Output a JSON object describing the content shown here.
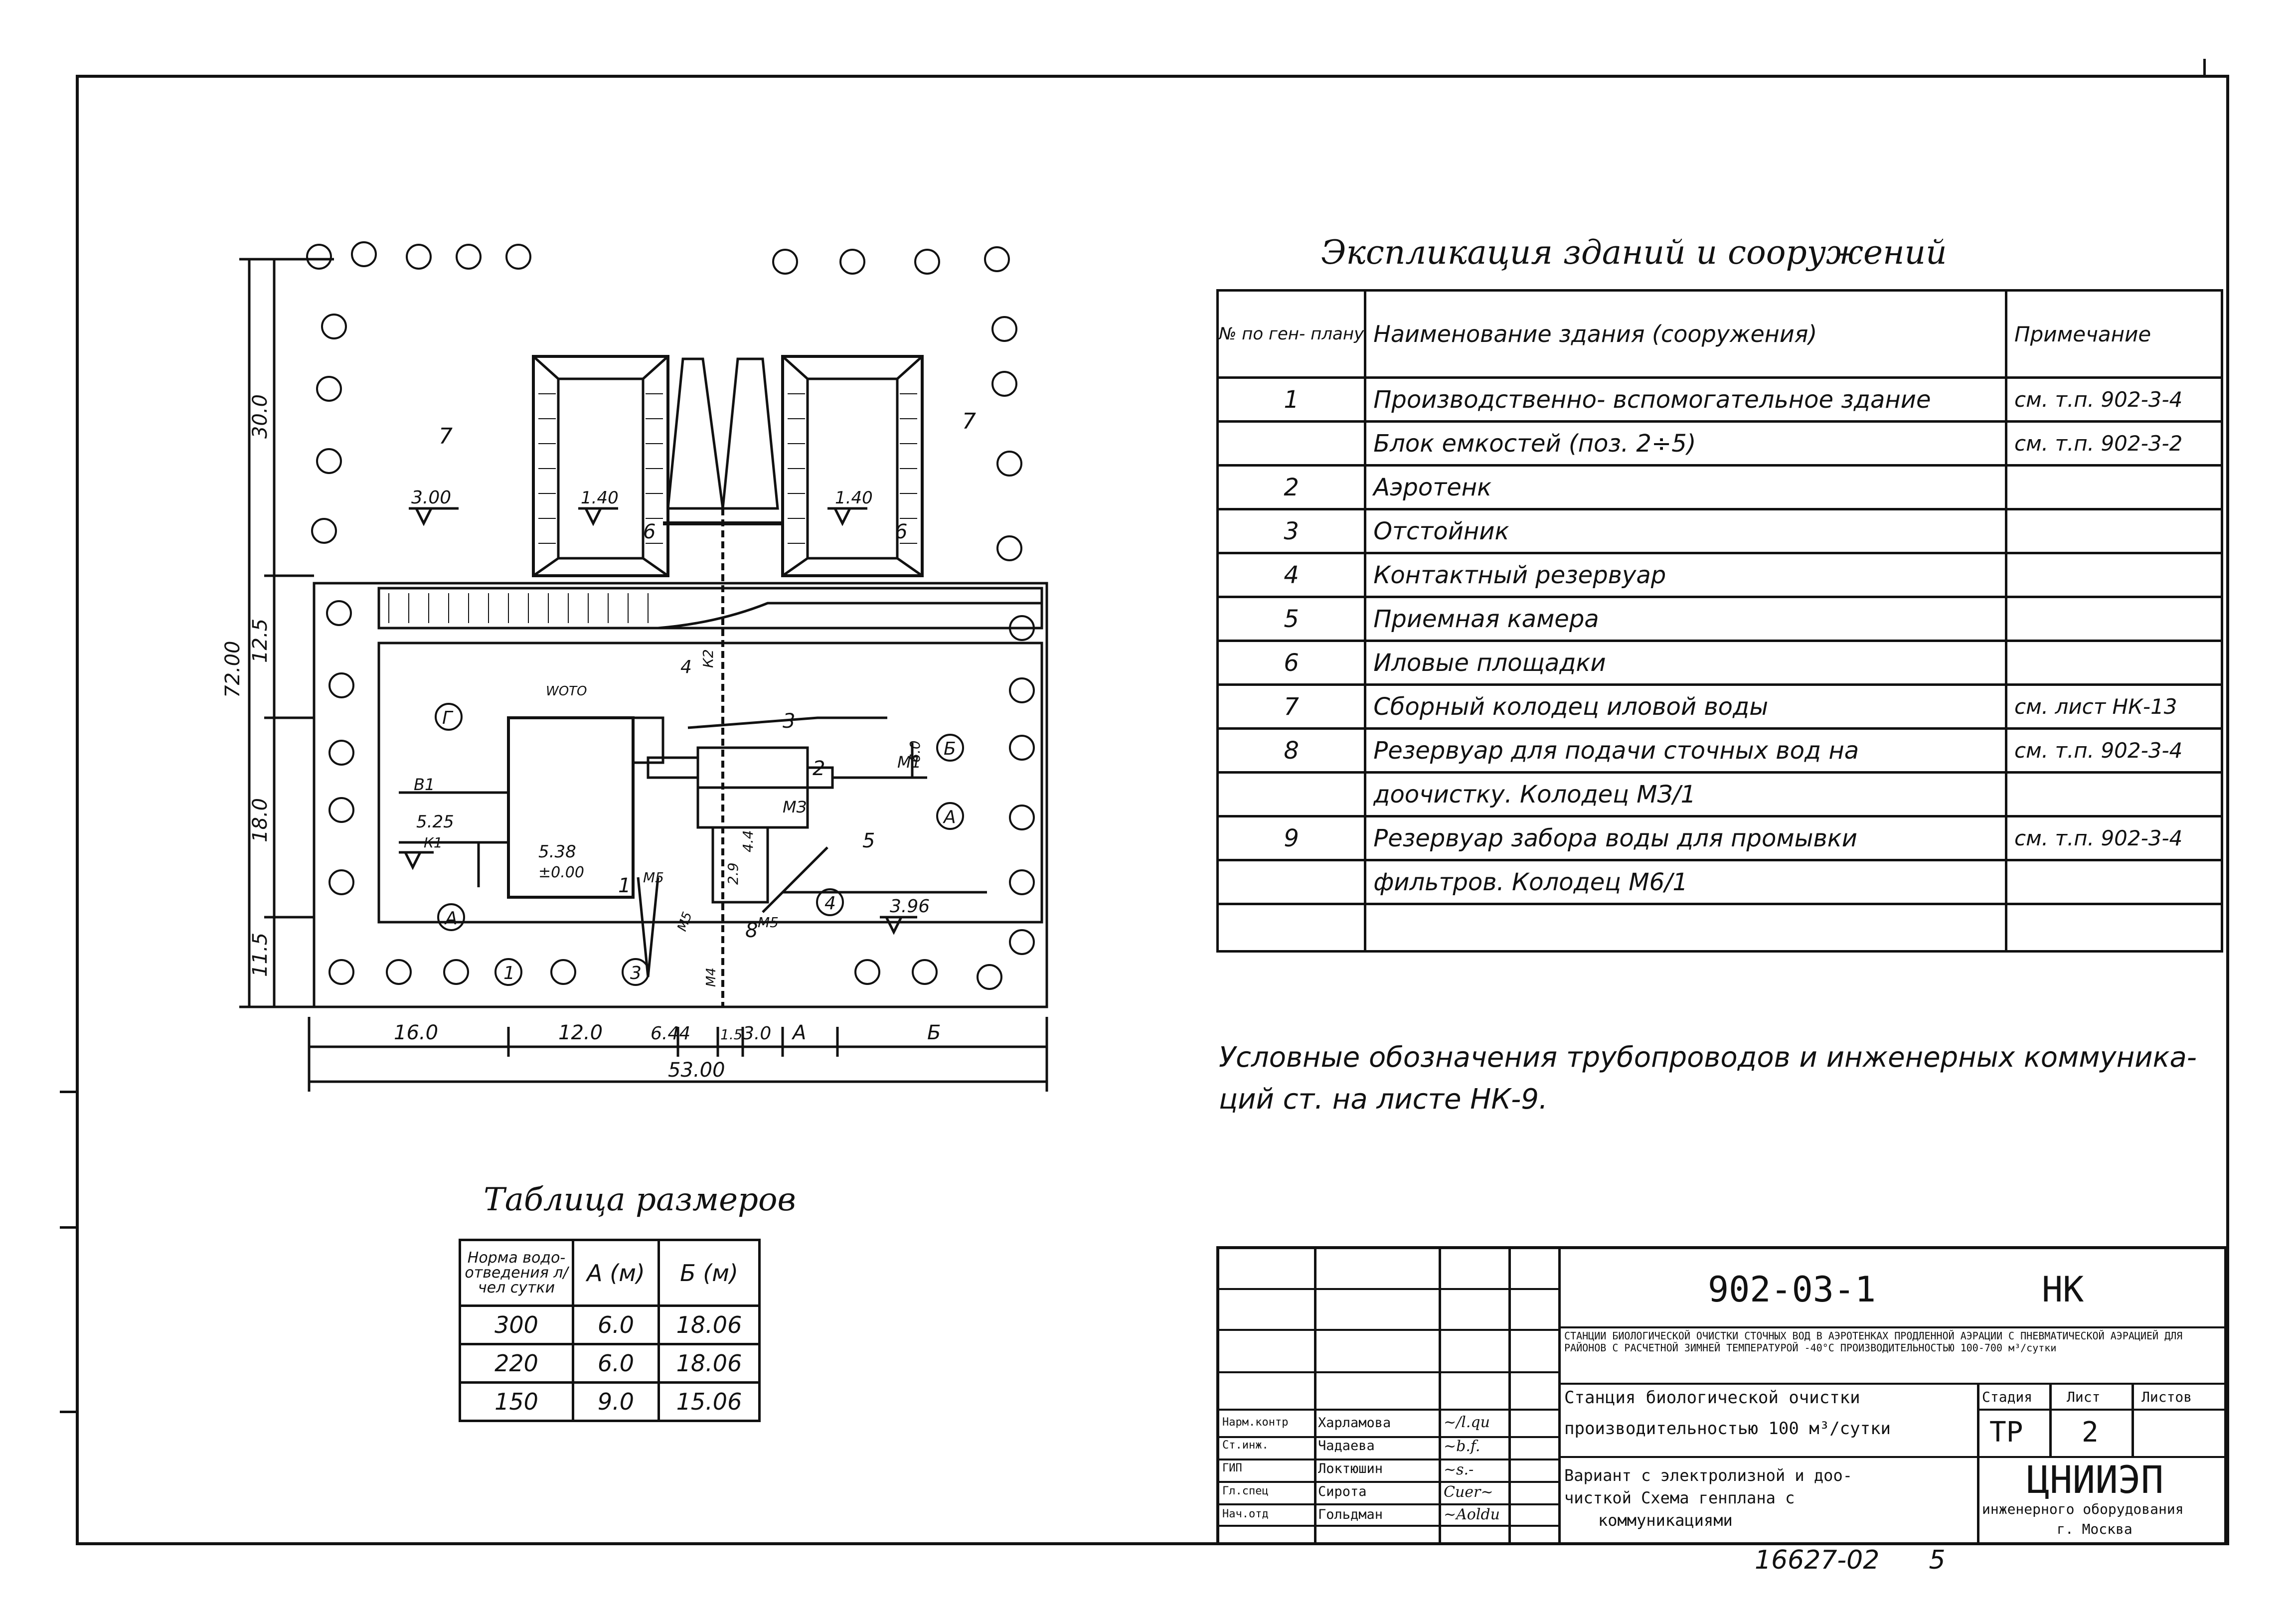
{
  "plan": {
    "dims_vertical": [
      "72.00",
      "30.0",
      "12.5",
      "18.0",
      "11.5"
    ],
    "dims_horizontal": [
      "16.0",
      "12.0",
      "6.44",
      "1.5",
      "3.0",
      "А",
      "Б"
    ],
    "total_width": "53.00",
    "levels": [
      "3.00",
      "1.40",
      "1.40",
      "5.25",
      "5.38",
      "±0.00",
      "3.96"
    ],
    "axes": [
      "Г",
      "А",
      "Б",
      "А",
      "1",
      "3",
      "4"
    ],
    "numbers": [
      "7",
      "7",
      "6",
      "6",
      "1",
      "2",
      "3",
      "4",
      "5",
      "8"
    ],
    "pipe_labels": [
      "К2",
      "В1",
      "К1",
      "М1",
      "МЗ",
      "М5",
      "М5",
      "М5",
      "М4",
      "WOTO"
    ],
    "small_values": [
      "6.0",
      "4.4",
      "2.9"
    ]
  },
  "explication": {
    "title": "Экспликация зданий и сооружений",
    "head_num": "№ по ген- плану",
    "head_name": "Наименование здания (сооружения)",
    "head_note": "Примечание",
    "rows": [
      {
        "num": "1",
        "name": "Производственно- вспомогательное здание",
        "note": "см. т.п. 902-3-4"
      },
      {
        "num": "",
        "name": "Блок емкостей (поз. 2÷5)",
        "note": "см. т.п. 902-3-2"
      },
      {
        "num": "2",
        "name": "Аэротенк",
        "note": ""
      },
      {
        "num": "3",
        "name": "Отстойник",
        "note": ""
      },
      {
        "num": "4",
        "name": "Контактный резервуар",
        "note": ""
      },
      {
        "num": "5",
        "name": "Приемная камера",
        "note": ""
      },
      {
        "num": "6",
        "name": "Иловые площадки",
        "note": ""
      },
      {
        "num": "7",
        "name": "Сборный колодец иловой воды",
        "note": "см. лист НК-13"
      },
      {
        "num": "8",
        "name": "Резервуар для подачи сточных вод на",
        "note": "см. т.п. 902-3-4"
      },
      {
        "num": "",
        "name": "доочистку. Колодец МЗ/1",
        "note": ""
      },
      {
        "num": "9",
        "name": "Резервуар забора воды для промывки",
        "note": "см. т.п. 902-3-4"
      },
      {
        "num": "",
        "name": "фильтров. Колодец М6/1",
        "note": ""
      }
    ]
  },
  "legend_note": "Условные обозначения трубопроводов и инженерных коммуника- ций ст. на листе НК-9.",
  "sizes": {
    "title": "Таблица размеров",
    "headers": [
      "Норма водо- отведения л/чел сутки",
      "А (м)",
      "Б (м)"
    ],
    "rows": [
      [
        "300",
        "6.0",
        "18.06"
      ],
      [
        "220",
        "6.0",
        "18.06"
      ],
      [
        "150",
        "9.0",
        "15.06"
      ]
    ]
  },
  "title_block": {
    "code": "902-03-1",
    "mark": "НК",
    "project": "СТАНЦИИ БИОЛОГИЧЕСКОЙ ОЧИСТКИ СТОЧНЫХ ВОД В АЭРОТЕНКАХ ПРОДЛЕННОЙ АЭРАЦИИ С ПНЕВМАТИЧЕСКОЙ АЭРАЦИЕЙ ДЛЯ РАЙОНОВ С РАСЧЕТНОЙ ЗИМНЕЙ ТЕМПЕРАТУРОЙ -40°С ПРОИЗВОДИТЕЛЬНОСТЬЮ 100-700 м³/сутки",
    "station_line1": "Станция биологической очистки",
    "station_line2": "производительностью 100 м³/сутки",
    "variant_line1": "Вариант с электролизной и доо-",
    "variant_line2": "чисткой Схема генплана с",
    "variant_line3": "коммуникациями",
    "stage_label": "Стадия",
    "sheet_label": "Лист",
    "sheets_label": "Листов",
    "stage": "ТР",
    "sheet": "2",
    "org_name": "ЦНИИЭП",
    "org_sub": "инженерного оборудования",
    "org_city": "г. Москва",
    "staff": [
      {
        "role": "Нарм.контр",
        "name": "Харламова"
      },
      {
        "role": "Ст.инж.",
        "name": "Чадаева"
      },
      {
        "role": "ГИП",
        "name": "Локтюшин"
      },
      {
        "role": "Гл.спец",
        "name": "Сирота"
      },
      {
        "role": "Нач.отд",
        "name": "Гольдман"
      }
    ]
  },
  "footer_number": "16627-02",
  "footer_page": "5"
}
